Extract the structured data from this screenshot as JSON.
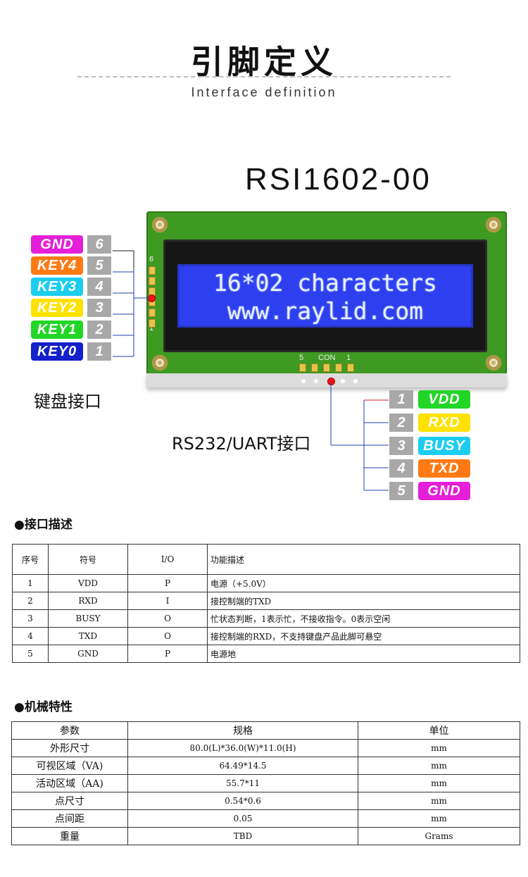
{
  "header": {
    "title": "引脚定义",
    "subtitle": "Interface definition",
    "model": "RSI1602-00"
  },
  "lcd": {
    "line1": "16*02 characters",
    "line2": "www.raylid.com",
    "con_label": "CON",
    "con_left_num": "5",
    "con_right_num": "1",
    "side_top_num": "6",
    "side_bottom_num": "1"
  },
  "keyboard": {
    "caption": "键盘接口",
    "pins": [
      {
        "label": "GND",
        "num": "6",
        "color": "#e51ed8"
      },
      {
        "label": "KEY4",
        "num": "5",
        "color": "#ff7a14"
      },
      {
        "label": "KEY3",
        "num": "4",
        "color": "#1ccdf0"
      },
      {
        "label": "KEY2",
        "num": "3",
        "color": "#ffe200"
      },
      {
        "label": "KEY1",
        "num": "2",
        "color": "#22d628"
      },
      {
        "label": "KEY0",
        "num": "1",
        "color": "#1420c8"
      }
    ]
  },
  "uart": {
    "caption": "RS232/UART接口",
    "pins": [
      {
        "label": "VDD",
        "num": "1",
        "color": "#22d628"
      },
      {
        "label": "RXD",
        "num": "2",
        "color": "#ffe200"
      },
      {
        "label": "BUSY",
        "num": "3",
        "color": "#1ccdf0"
      },
      {
        "label": "TXD",
        "num": "4",
        "color": "#ff7a14"
      },
      {
        "label": "GND",
        "num": "5",
        "color": "#e51ed8"
      }
    ]
  },
  "interface_table": {
    "heading": "●接口描述",
    "headers": [
      "序号",
      "符号",
      "I/O",
      "功能描述"
    ],
    "rows": [
      [
        "1",
        "VDD",
        "P",
        "电源（+5.0V）"
      ],
      [
        "2",
        "RXD",
        "I",
        "接控制端的TXD"
      ],
      [
        "3",
        "BUSY",
        "O",
        "忙状态判断，1表示忙，不接收指令。0表示空闲"
      ],
      [
        "4",
        "TXD",
        "O",
        "接控制端的RXD，不支持键盘产品此脚可悬空"
      ],
      [
        "5",
        "GND",
        "P",
        "电源地"
      ]
    ]
  },
  "mech_table": {
    "heading": "●机械特性",
    "headers": [
      "参数",
      "规格",
      "单位"
    ],
    "rows": [
      [
        "外形尺寸",
        "80.0(L)*36.0(W)*11.0(H)",
        "mm"
      ],
      [
        "可视区域（VA)",
        "64.49*14.5",
        "mm"
      ],
      [
        "活动区域（AA)",
        "55.7*11",
        "mm"
      ],
      [
        "点尺寸",
        "0.54*0.6",
        "mm"
      ],
      [
        "点间距",
        "0.05",
        "mm"
      ],
      [
        "重量",
        "TBD",
        "Grams"
      ]
    ]
  }
}
